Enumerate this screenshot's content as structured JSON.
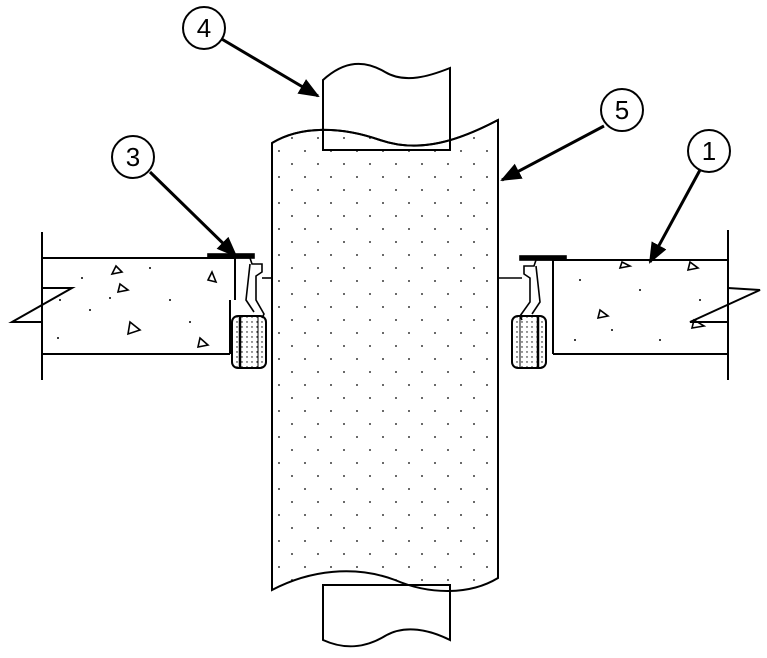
{
  "diagram": {
    "callouts": [
      {
        "id": "c1",
        "label": "1"
      },
      {
        "id": "c3",
        "label": "3"
      },
      {
        "id": "c4",
        "label": "4"
      },
      {
        "id": "c5",
        "label": "5"
      }
    ]
  },
  "colors": {
    "line": "#000000",
    "background": "#ffffff",
    "sealant": "#000000"
  }
}
